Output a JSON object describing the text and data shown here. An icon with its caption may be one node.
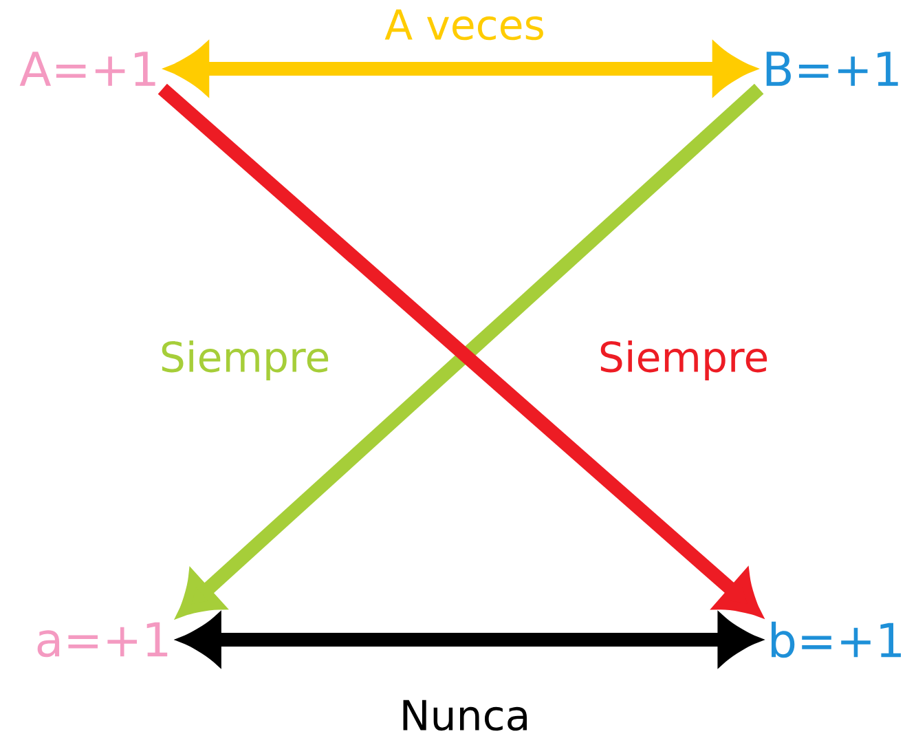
{
  "diagram": {
    "nodes": [
      {
        "text": [
          "A=+1"
        ]
      },
      {
        "text": [
          "B=+1"
        ]
      },
      {
        "text": [
          "a=+1"
        ]
      },
      {
        "text": [
          "b=+1"
        ]
      }
    ],
    "edges": [
      {
        "from": 0,
        "to": 1,
        "arrow": "both",
        "label": "A veces",
        "color": "#ffcc00"
      },
      {
        "from": 1,
        "to": 2,
        "arrow": "to",
        "label": "Siempre",
        "color": "#a6ce39"
      },
      {
        "from": 0,
        "to": 3,
        "arrow": "to",
        "label": "Siempre",
        "color": "#ed1c24"
      },
      {
        "from": 2,
        "to": 3,
        "arrow": "both",
        "label": "Nunca",
        "color": "#000000"
      }
    ]
  }
}
